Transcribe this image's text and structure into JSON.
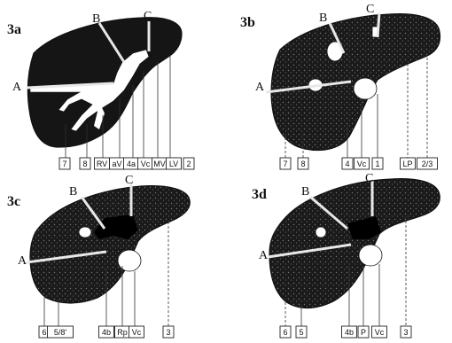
{
  "panels": [
    {
      "label": "3a",
      "lines": [
        "A",
        "B",
        "C"
      ],
      "segments": [
        "7",
        "8",
        "RV",
        "aV",
        "4a",
        "Vc",
        "MV",
        "LV",
        "2"
      ]
    },
    {
      "label": "3b",
      "lines": [
        "A",
        "B",
        "C"
      ],
      "segments": [
        "7",
        "8",
        "4",
        "Vc",
        "1",
        "LP",
        "2/3"
      ]
    },
    {
      "label": "3c",
      "lines": [
        "A",
        "B",
        "C"
      ],
      "segments": [
        "6",
        "5/8'",
        "4b",
        "Rp",
        "Vc",
        "3"
      ]
    },
    {
      "label": "3d",
      "lines": [
        "A",
        "B",
        "C"
      ],
      "segments": [
        "6",
        "5",
        "4b",
        "P",
        "Vc",
        "3"
      ]
    }
  ]
}
